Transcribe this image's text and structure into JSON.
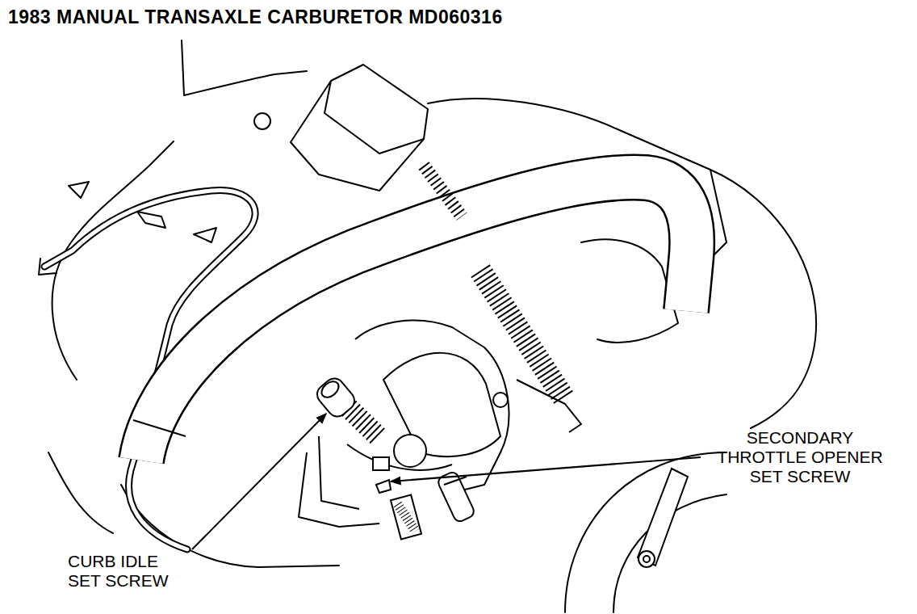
{
  "diagram": {
    "title": "1983 MANUAL TRANSAXLE CARBURETOR MD060316",
    "labels": [
      "SECONDARY THROTTLE OPENER SET SCREW",
      "CURB IDLE SET SCREW"
    ]
  }
}
